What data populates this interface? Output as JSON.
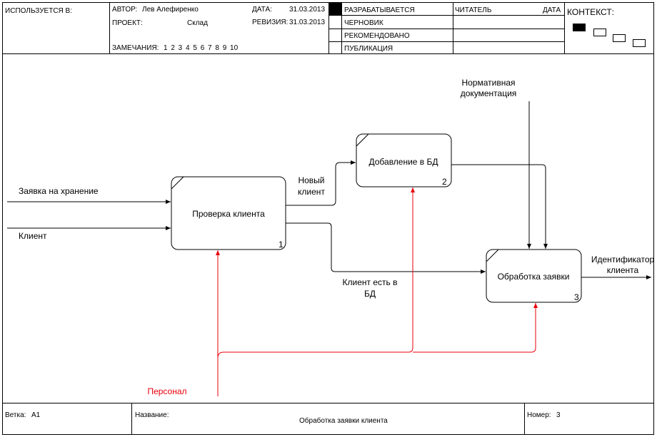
{
  "header": {
    "used_in_label": "ИСПОЛЬЗУЕТСЯ В:",
    "author_label": "АВТОР:",
    "author_value": "Лев Алефиренко",
    "date_label": "ДАТА:",
    "date_value": "31.03.2013",
    "project_label": "ПРОЕКТ:",
    "project_value": "Склад",
    "revision_label": "РЕВИЗИЯ:",
    "revision_value": "31.03.2013",
    "notes_label": "ЗАМЕЧАНИЯ:",
    "notes_numbers": "1 2 3 4 5 6 7 8 9 10",
    "status_in_work": "РАЗРАБАТЫВАЕТСЯ",
    "status_draft": "ЧЕРНОВИК",
    "status_recommended": "РЕКОМЕНДОВАНО",
    "status_publication": "ПУБЛИКАЦИЯ",
    "reader_label": "ЧИТАТЕЛЬ",
    "reader_date_label": "ДАТА",
    "context_label": "КОНТЕКСТ:"
  },
  "diagram": {
    "boxes": [
      {
        "label": "Проверка клиента",
        "number": "1"
      },
      {
        "label": "Добавление в БД",
        "number": "2"
      },
      {
        "label": "Обработка заявки",
        "number": "3"
      }
    ],
    "arrows": {
      "input_request": "Заявка на хранение",
      "input_client": "Клиент",
      "new_client_line1": "Новый",
      "new_client_line2": "клиент",
      "client_in_db_line1": "Клиент есть в",
      "client_in_db_line2": "БД",
      "control_docs_line1": "Нормативная",
      "control_docs_line2": "документация",
      "output_id_line1": "Идентификатор",
      "output_id_line2": "клиента",
      "mechanism_staff": "Персонал"
    },
    "colors": {
      "line": "#000000",
      "mechanism": "#e8000b"
    }
  },
  "footer": {
    "node_label": "Ветка:",
    "node_value": "A1",
    "title_label": "Название:",
    "title_value": "Обработка заявки клиента",
    "number_label": "Номер:",
    "number_value": "3"
  }
}
